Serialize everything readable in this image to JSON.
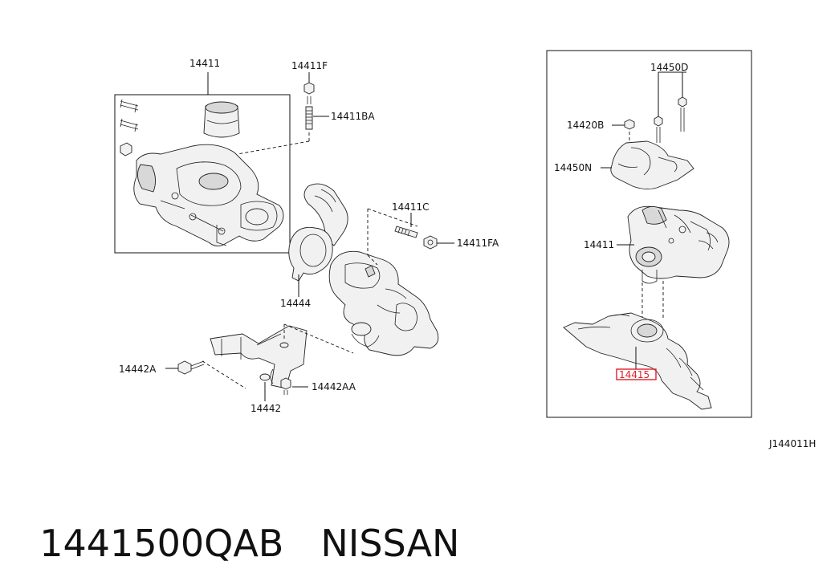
{
  "diagram": {
    "callouts": {
      "p14411_top": "14411",
      "p14411F": "14411F",
      "p14411BA": "14411BA",
      "p14411C": "14411C",
      "p14411FA": "14411FA",
      "p14444": "14444",
      "p14442A": "14442A",
      "p14442AA": "14442AA",
      "p14442": "14442",
      "p14450D": "14450D",
      "p14420B": "14420B",
      "p14450N": "14450N",
      "p14411_inset": "14411",
      "p14415": "14415"
    },
    "highlight_color": "#e0202a",
    "figure_code": "J144011H"
  },
  "caption": {
    "part_number": "1441500QAB",
    "brand": "NISSAN"
  }
}
